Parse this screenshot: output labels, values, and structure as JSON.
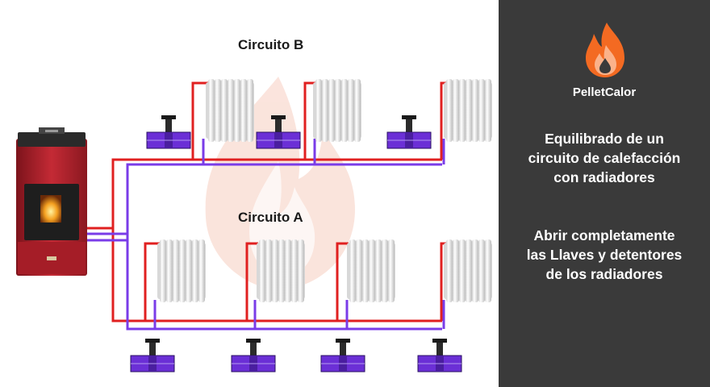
{
  "diagram": {
    "circuit_b_label": "Circuito B",
    "circuit_a_label": "Circuito A",
    "colors": {
      "supply_pipe": "#e02020",
      "return_pipe": "#7a3ce8",
      "valve_body": "#6b2fd6",
      "stove_body": "#b3212c",
      "stove_top": "#2a2a2a",
      "radiator": "#eeeeee",
      "watermark_flame": "#f6c4b3"
    }
  },
  "panel": {
    "brand": "PelletCalor",
    "logo_icon": "flame-icon",
    "caption_1": [
      "Equilibrado de un",
      "circuito de calefacción",
      "con radiadores"
    ],
    "caption_2": [
      "Abrir completamente",
      "las Llaves y detentores",
      "de los radiadores"
    ],
    "colors": {
      "background": "#3a3a3a",
      "text": "#ffffff",
      "logo_orange": "#f36a22",
      "logo_light": "#fbb28a"
    }
  }
}
